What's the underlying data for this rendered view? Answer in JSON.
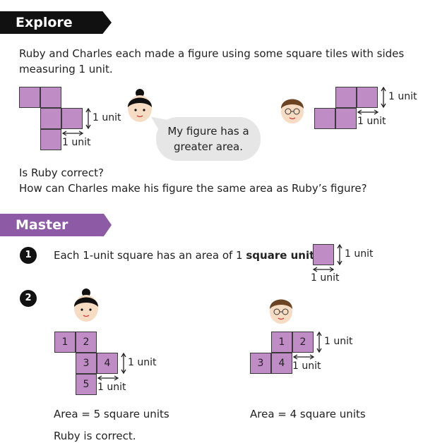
{
  "explore": {
    "banner": "Explore",
    "intro_line1": "Ruby and Charles each made a figure using some square tiles with sides",
    "intro_line2": "measuring 1 unit.",
    "speech": "My figure has a greater area.",
    "question1": "Is Ruby correct?",
    "question2": "How can Charles make his figure the same area as Ruby’s figure?",
    "unit_label": "1 unit"
  },
  "master": {
    "banner": "Master",
    "step1_number": "1",
    "step1_text_before": "Each 1-unit square has an area of 1 ",
    "step1_text_bold": "square unit",
    "step1_text_after": ".",
    "step2_number": "2",
    "ruby_tiles": [
      "1",
      "2",
      "3",
      "4",
      "5"
    ],
    "charles_tiles": [
      "1",
      "2",
      "3",
      "4"
    ],
    "ruby_area": "Area = 5 square units",
    "charles_area": "Area = 4 square units",
    "conclusion": "Ruby is correct.",
    "unit_label": "1 unit"
  },
  "colors": {
    "tile": "#c08cc6",
    "master_banner": "#8d5aa5",
    "explore_banner": "#111111"
  }
}
